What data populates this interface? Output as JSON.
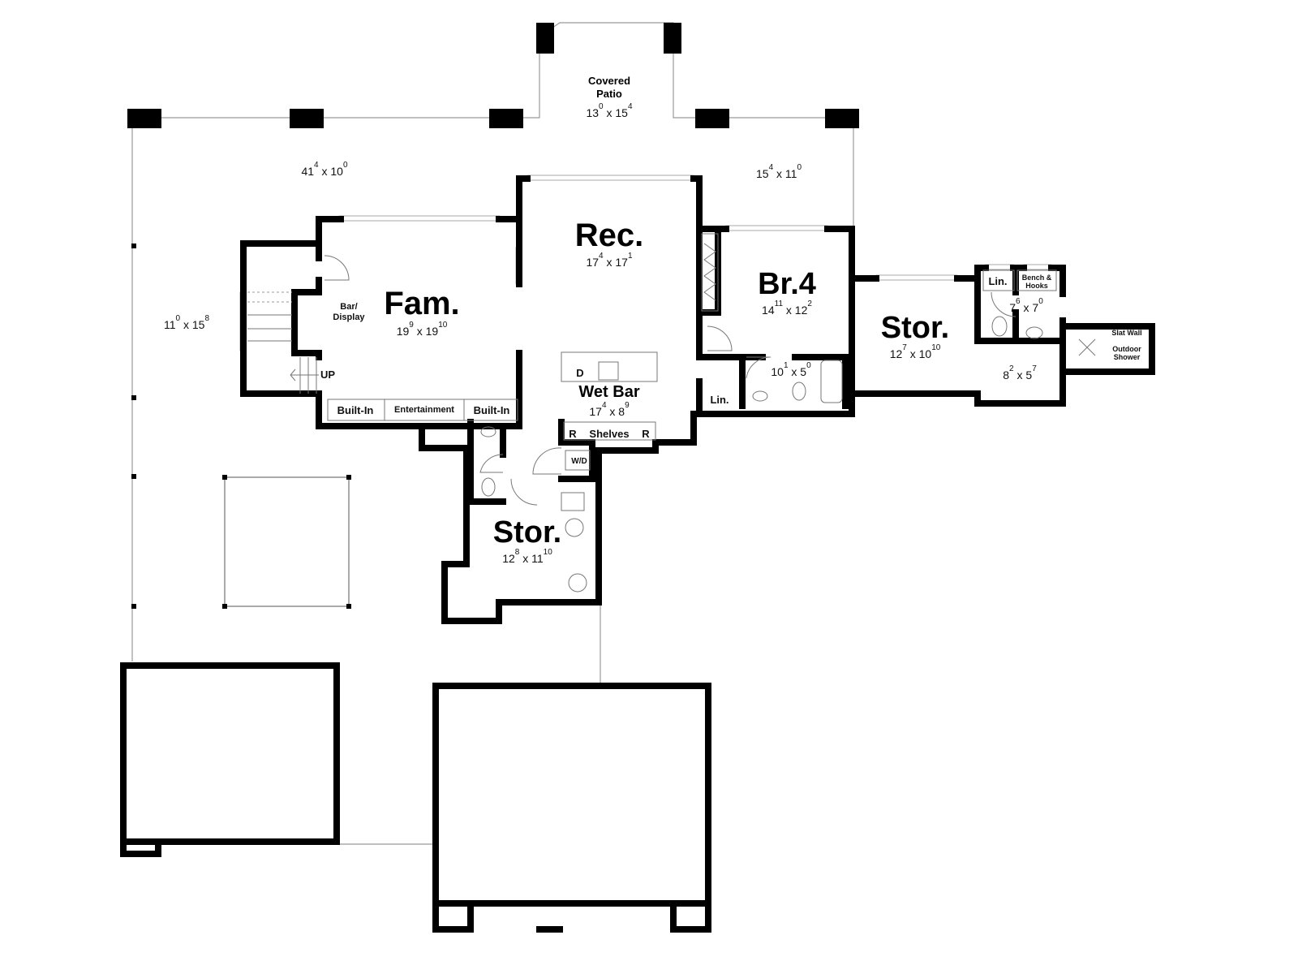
{
  "plan": {
    "rooms": [
      {
        "id": "covered-patio",
        "label_lines": [
          "Covered",
          "Patio"
        ],
        "dim": {
          "w_ft": "13",
          "w_in": "0",
          "d_ft": "15",
          "d_in": "4"
        }
      },
      {
        "id": "porch-left",
        "label_lines": [],
        "dim": {
          "w_ft": "41",
          "w_in": "4",
          "d_ft": "10",
          "d_in": "0"
        }
      },
      {
        "id": "porch-right",
        "label_lines": [],
        "dim": {
          "w_ft": "15",
          "w_in": "4",
          "d_ft": "11",
          "d_in": "0"
        }
      },
      {
        "id": "side-patio",
        "label_lines": [],
        "dim": {
          "w_ft": "11",
          "w_in": "0",
          "d_ft": "15",
          "d_in": "8"
        }
      },
      {
        "id": "rec",
        "label_lines": [
          "Rec."
        ],
        "dim": {
          "w_ft": "17",
          "w_in": "4",
          "d_ft": "17",
          "d_in": "1"
        }
      },
      {
        "id": "fam",
        "label_lines": [
          "Fam."
        ],
        "dim": {
          "w_ft": "19",
          "w_in": "9",
          "d_ft": "19",
          "d_in": "10"
        }
      },
      {
        "id": "br4",
        "label_lines": [
          "Br.4"
        ],
        "dim": {
          "w_ft": "14",
          "w_in": "11",
          "d_ft": "12",
          "d_in": "2"
        }
      },
      {
        "id": "stor-right",
        "label_lines": [
          "Stor."
        ],
        "dim": {
          "w_ft": "12",
          "w_in": "7",
          "d_ft": "10",
          "d_in": "10"
        }
      },
      {
        "id": "bath-right",
        "label_lines": [],
        "dim": {
          "w_ft": "7",
          "w_in": "6",
          "d_ft": "7",
          "d_in": "0"
        }
      },
      {
        "id": "mud",
        "label_lines": [],
        "dim": {
          "w_ft": "8",
          "w_in": "2",
          "d_ft": "5",
          "d_in": "7"
        }
      },
      {
        "id": "bath",
        "label_lines": [],
        "dim": {
          "w_ft": "10",
          "w_in": "1",
          "d_ft": "5",
          "d_in": "0"
        }
      },
      {
        "id": "wet-bar",
        "label_lines": [
          "Wet Bar"
        ],
        "dim": {
          "w_ft": "17",
          "w_in": "4",
          "d_ft": "8",
          "d_in": "9"
        }
      },
      {
        "id": "stor-lower",
        "label_lines": [
          "Stor."
        ],
        "dim": {
          "w_ft": "12",
          "w_in": "8",
          "d_ft": "11",
          "d_in": "10"
        }
      }
    ],
    "labels": {
      "bar_display": [
        "Bar/",
        "Display"
      ],
      "up": "UP",
      "built_in_left": "Built-In",
      "entertainment": "Entertainment",
      "built_in_right": "Built-In",
      "dishwasher": "D",
      "fridge_left": "R",
      "shelves": "Shelves",
      "fridge_right": "R",
      "washer_dryer": "W/D",
      "linen_br4": "Lin.",
      "linen_bath": "Lin.",
      "bench_hooks": [
        "Bench &",
        "Hooks"
      ],
      "slat_wall": "Slat Wall",
      "outdoor_shower": [
        "Outdoor",
        "Shower"
      ]
    }
  }
}
